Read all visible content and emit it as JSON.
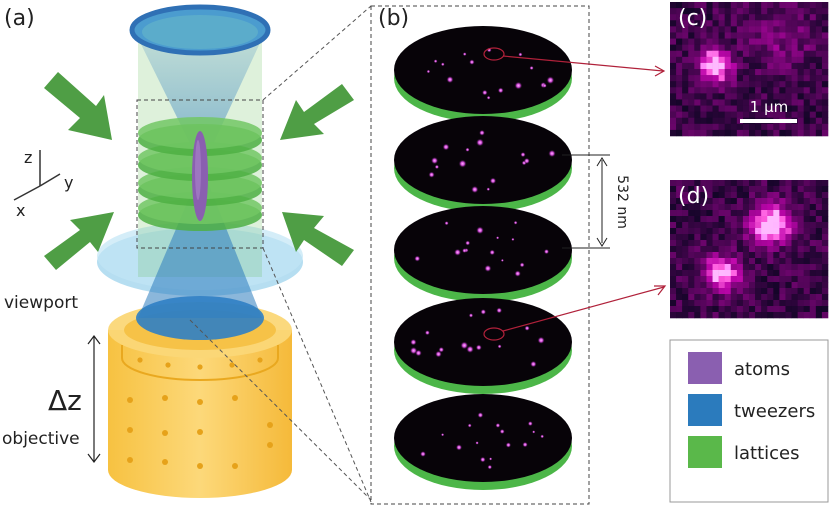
{
  "panels": {
    "a": "(a)",
    "b": "(b)",
    "c": "(c)",
    "d": "(d)"
  },
  "labels": {
    "viewport": "viewport",
    "objective": "objective",
    "delta_z": "Δz"
  },
  "axes": {
    "z": "z",
    "y": "y",
    "x": "x"
  },
  "spacing": "532 nm",
  "scale_bar": "1 μm",
  "legend": [
    {
      "label": "atoms",
      "color": "#8a5fb0"
    },
    {
      "label": "tweezers",
      "color": "#2b7bbd"
    },
    {
      "label": "lattices",
      "color": "#5ab84a"
    }
  ],
  "colors": {
    "objective": "#f7c33c",
    "viewport": "#a9d8ef",
    "tweezers": "#2b7bbd",
    "lattice": "#5ab84a",
    "atoms": "#8a5fb0",
    "arrows": "#4f9e45",
    "pointer": "#b0213a"
  }
}
